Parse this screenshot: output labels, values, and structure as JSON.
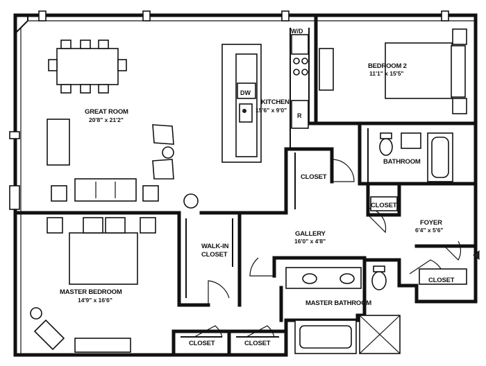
{
  "rooms": {
    "great_room": {
      "name": "GREAT ROOM",
      "dim": "20'8\" x 21'2\""
    },
    "kitchen": {
      "name": "KITCHEN",
      "dim": "15'6\" x 9'0\""
    },
    "bedroom2": {
      "name": "BEDROOM 2",
      "dim": "11'1\" x 15'5\""
    },
    "bathroom": {
      "name": "BATHROOM"
    },
    "closet_hall": {
      "name": "CLOSET"
    },
    "closet_foyer": {
      "name": "CLOSET"
    },
    "foyer": {
      "name": "FOYER",
      "dim": "6'4\" x 5'6\""
    },
    "gallery": {
      "name": "GALLERY",
      "dim": "16'0\" x 4'8\""
    },
    "walkin": {
      "line1": "WALK-IN",
      "line2": "CLOSET"
    },
    "master_bedroom": {
      "name": "MASTER BEDROOM",
      "dim": "14'9\" x 16'6\""
    },
    "master_bath": {
      "name": "MASTER BATHROOM"
    },
    "closet_b1": {
      "name": "CLOSET"
    },
    "closet_b2": {
      "name": "CLOSET"
    },
    "closet_entry": {
      "name": "CLOSET"
    }
  },
  "fixtures": {
    "wd": "W/D",
    "dw": "DW",
    "fridge": "R"
  }
}
